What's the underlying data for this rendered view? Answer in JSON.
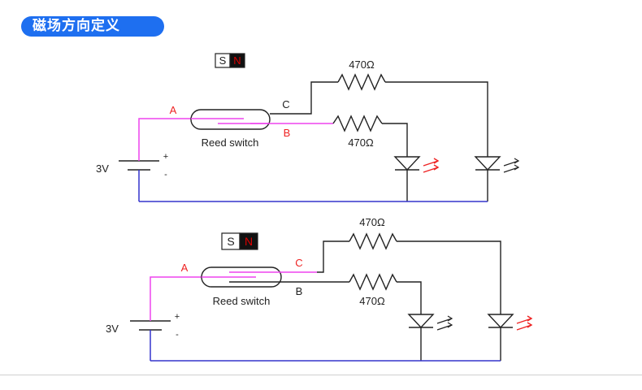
{
  "header": {
    "title": "磁场方向定义"
  },
  "colors": {
    "accent": "#1e6ff0",
    "active_path": "#ee44ee",
    "wire": "#222222",
    "ground_wire": "#3333cc",
    "label_red": "#ee2222",
    "magnet_north": "#dd0000"
  },
  "diagram_top": {
    "magnet": {
      "south": "S",
      "north": "N"
    },
    "supply": {
      "voltage": "3V",
      "plus": "+",
      "minus": "-"
    },
    "terminals": {
      "a": "A",
      "b": "B",
      "c": "C"
    },
    "switch_label": "Reed switch",
    "resistor_top": "470Ω",
    "resistor_bottom": "470Ω",
    "lit_led": "bottom-branch"
  },
  "diagram_bottom": {
    "magnet": {
      "south": "S",
      "north": "N"
    },
    "supply": {
      "voltage": "3V",
      "plus": "+",
      "minus": "-"
    },
    "terminals": {
      "a": "A",
      "b": "B",
      "c": "C"
    },
    "switch_label": "Reed switch",
    "resistor_top": "470Ω",
    "resistor_bottom": "470Ω",
    "lit_led": "top-branch"
  }
}
